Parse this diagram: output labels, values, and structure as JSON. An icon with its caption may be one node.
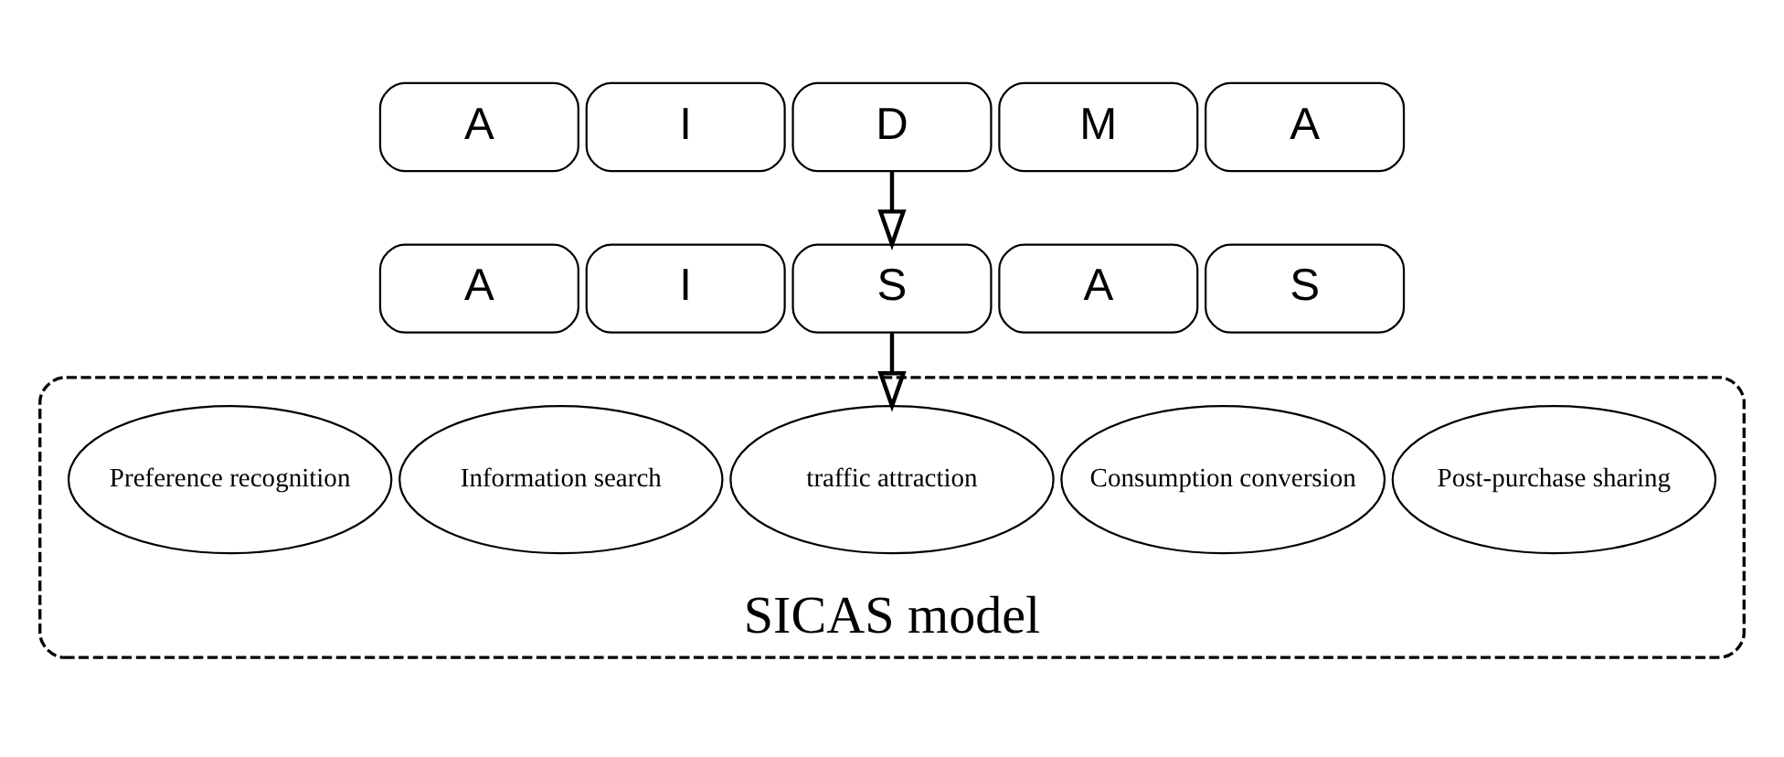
{
  "diagram": {
    "nodes": [
      {
        "text": [
          "A"
        ]
      },
      {
        "text": [
          "I"
        ]
      },
      {
        "text": [
          "D"
        ]
      },
      {
        "text": [
          "M"
        ]
      },
      {
        "text": [
          "A"
        ]
      },
      {
        "text": [
          "A"
        ]
      },
      {
        "text": [
          "I"
        ]
      },
      {
        "text": [
          "S"
        ]
      },
      {
        "text": [
          "A"
        ]
      },
      {
        "text": [
          "S"
        ]
      },
      {
        "text": [
          "SICAS model"
        ]
      },
      {
        "text": [
          "Preference recognition"
        ],
        "in": 10
      },
      {
        "text": [
          "Information search"
        ],
        "in": 10
      },
      {
        "text": [
          "traffic attraction"
        ],
        "in": 10
      },
      {
        "text": [
          "Consumption conversion"
        ],
        "in": 10
      },
      {
        "text": [
          "Post-purchase sharing"
        ],
        "in": 10
      }
    ],
    "edges": [
      {
        "from": 2,
        "to": 7,
        "arrow": "to"
      },
      {
        "from": 7,
        "to": 13,
        "arrow": "to"
      }
    ]
  }
}
